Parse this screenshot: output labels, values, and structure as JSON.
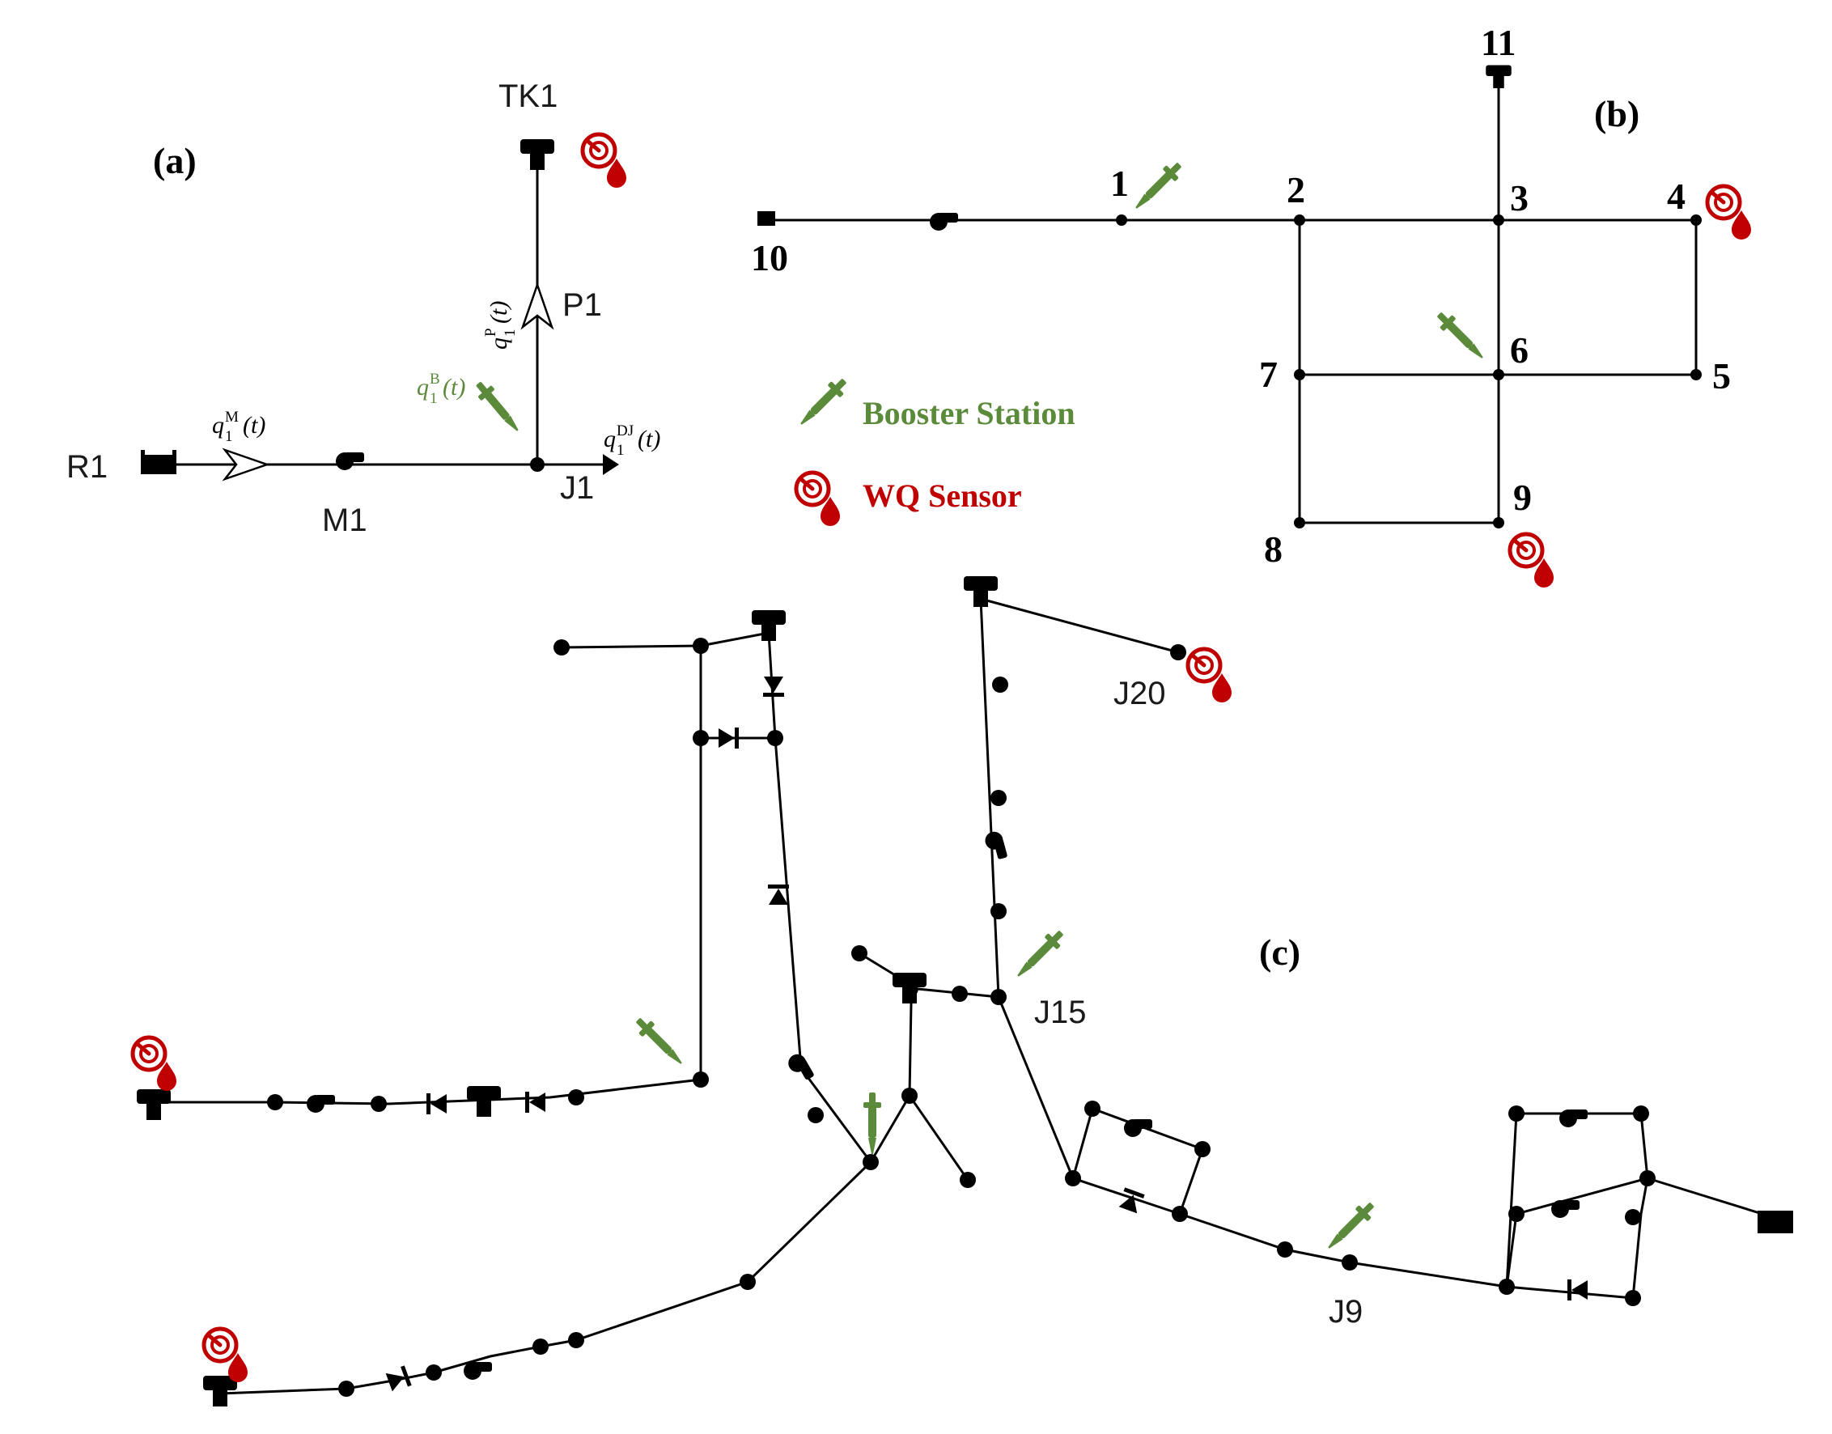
{
  "colors": {
    "booster": "#5b8a3a",
    "sensor": "#c00000",
    "network": "#000000"
  },
  "panel_a": {
    "label": "(a)",
    "nodes": {
      "tank": "TK1",
      "pump": "P1",
      "reservoir": "R1",
      "meter": "M1",
      "junction": "J1"
    },
    "flows": {
      "pump_flow": {
        "base": "q",
        "sub": "1",
        "sup": "P",
        "arg": "(t)"
      },
      "main_flow": {
        "base": "q",
        "sub": "1",
        "sup": "M",
        "arg": "(t)"
      },
      "booster_flow": {
        "base": "q",
        "sub": "1",
        "sup": "B",
        "arg": "(t)"
      },
      "demand_flow": {
        "base": "q",
        "sub": "1",
        "sup": "DJ",
        "arg": "(t)"
      }
    }
  },
  "panel_b": {
    "label": "(b)",
    "node_labels": [
      "1",
      "2",
      "3",
      "4",
      "5",
      "6",
      "7",
      "8",
      "9",
      "10",
      "11"
    ]
  },
  "legend": {
    "booster": "Booster Station",
    "sensor": "WQ Sensor"
  },
  "panel_c": {
    "label": "(c)",
    "junctions": [
      "J20",
      "J15",
      "J9"
    ]
  },
  "icons": [
    "booster-station-icon",
    "wq-sensor-icon",
    "tank-icon",
    "reservoir-icon",
    "pump-icon",
    "valve-icon",
    "meter-icon"
  ]
}
